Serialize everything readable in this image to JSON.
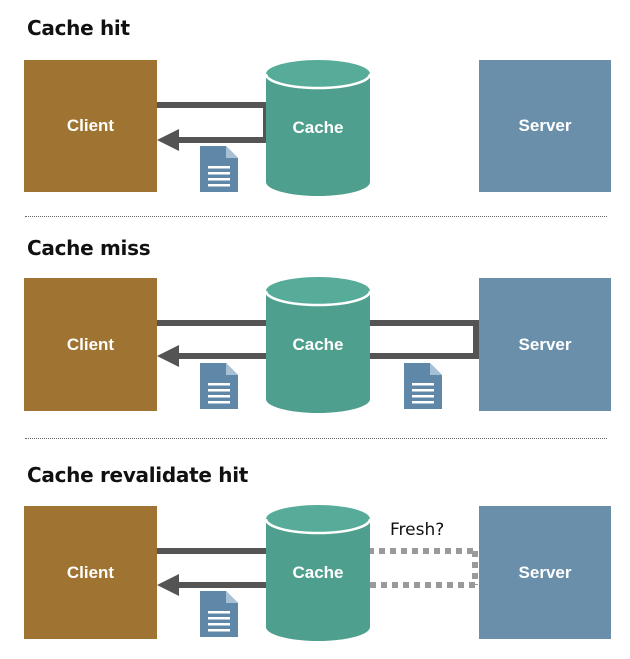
{
  "sections": [
    {
      "title": "Cache hit",
      "client": "Client",
      "cache": "Cache",
      "server": "Server"
    },
    {
      "title": "Cache miss",
      "client": "Client",
      "cache": "Cache",
      "server": "Server"
    },
    {
      "title": "Cache revalidate hit",
      "client": "Client",
      "cache": "Cache",
      "server": "Server",
      "question": "Fresh?"
    }
  ],
  "colors": {
    "client": "#9f7432",
    "cache": "#4f9f8e",
    "server": "#6a8fab",
    "document": "#5f87a8",
    "arrow": "#545454",
    "dotted_arrow": "#9a9a9a"
  },
  "icons": [
    "document-icon",
    "cache-cylinder-icon",
    "arrow-left-icon"
  ]
}
